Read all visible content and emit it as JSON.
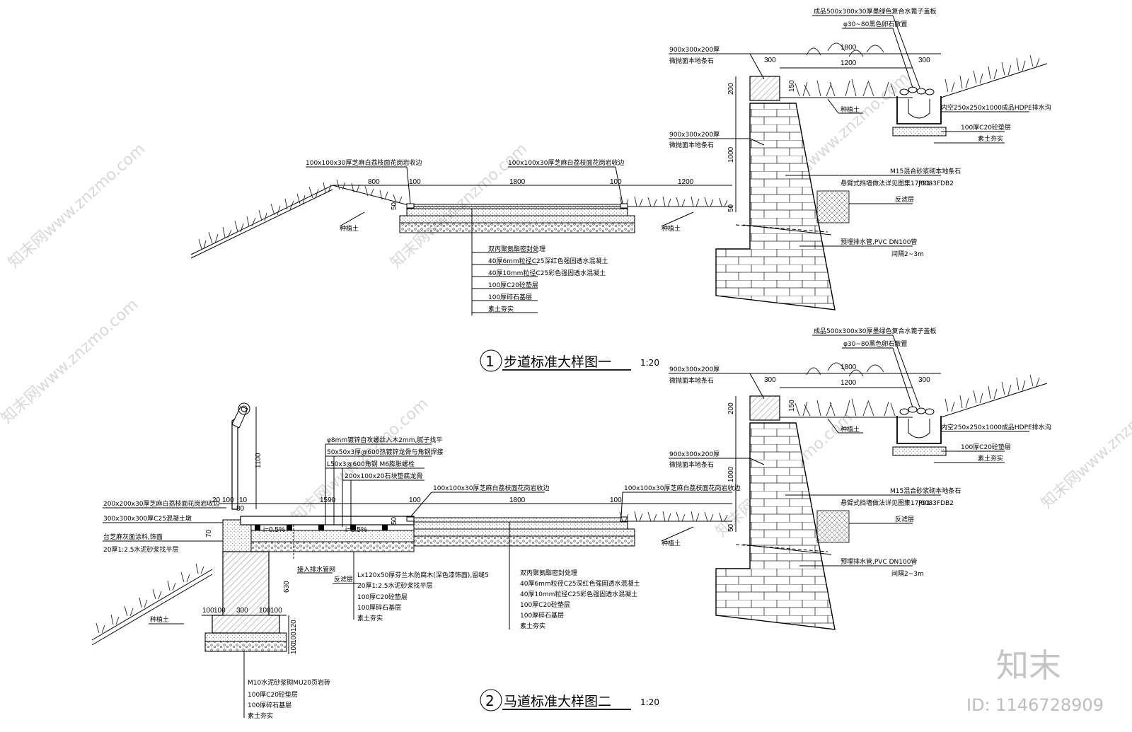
{
  "detail1": {
    "number": "1",
    "title": "步道标准大样图一",
    "scale": "1:20",
    "callouts": {
      "edge_left": "100x100x30厚芝麻白荔枝面花岗岩收边",
      "edge_right": "100x100x30厚芝麻白荔枝面花岗岩收边",
      "planting_left": "种植土",
      "planting_right": "种植土"
    },
    "dims": {
      "d800": "800",
      "d100a": "100",
      "d1800": "1800",
      "d100b": "100",
      "d1200": "1200",
      "d50": "50"
    },
    "layers": [
      "双丙聚氨酯密封处理",
      "40厚6mm粒径C25深红色强固透水混凝土",
      "40厚10mm粒径C25彩色强固透水混凝土",
      "100厚C20砼垫层",
      "100厚碎石基层",
      "素土夯实"
    ]
  },
  "detail2": {
    "number": "2",
    "title": "马道标准大样图二",
    "scale": "1:20",
    "callouts": {
      "bolt": "φ8mm镀锌自攻螺丝入木2mm,腻子找平",
      "keel": "50x50x3厚@600热镀锌龙骨与角钢焊接",
      "angle": "L50x3@600角钢 M6膨胀螺栓",
      "curb_c20": "200x100x20石块垫底龙骨",
      "edge_mid": "100x100x30厚芝麻白荔枝面花岗岩收边",
      "edge_right": "100x100x30厚芝麻白荔枝面花岗岩收边",
      "cap_left": "200x200x30厚芝麻白荔枝面花岗岩收边",
      "post_base": "300x300x300厚C25混凝土墩",
      "post_finish": "台芝麻灰面涂料,饰面",
      "mortar": "20厚1:2.5水泥砂浆找平层",
      "planting_left": "种植土",
      "planting_right": "种植土",
      "drain": "接入排水管网",
      "filter": "反滤层",
      "deck_wood": "Lx120x50厚芬兰木防腐木(深色漆饰面),留缝5",
      "deck_mortar": "20厚1:2.5水泥砂浆找平层",
      "deck_c20": "100厚C20砼垫层",
      "deck_gravel": "100厚碎石基层",
      "deck_soil": "素土夯实",
      "slope1": "i=0.5%",
      "slope2": "i=0.5%"
    },
    "dims": {
      "d1100": "1100",
      "d20": "20",
      "d100": "100",
      "d10": "10",
      "d80": "80",
      "d1590": "1590",
      "d100b": "100",
      "d1800": "1800",
      "d100c": "100",
      "d630": "630",
      "d70": "70",
      "d50": "50",
      "b100a": "100",
      "b100b": "100",
      "b300": "300",
      "b100c": "100",
      "b100d": "100",
      "v120": "120",
      "v100a": "100",
      "v100b": "100"
    },
    "layers_right": [
      "双丙聚氨酯密封处理",
      "40厚6mm粒径C25深红色强固透水混凝土",
      "40厚10mm粒径C25彩色强固透水混凝土",
      "100厚C20砼垫层",
      "100厚碎石基层",
      "素土夯实"
    ],
    "footing_layers": [
      "M10水泥砂浆砌MU20页岩砖",
      "100厚C20砼垫层",
      "100厚碎石基层",
      "素土夯实"
    ]
  },
  "wall": {
    "top_note": "成品500x300x30厚墨绿色复合水篦子盖板",
    "pebble": "φ30~80黑色卵石散置",
    "cap": "900x300x200厚",
    "cap2": "微抛面本地条石",
    "body": "900x300x200厚",
    "body2": "微抛面本地条石",
    "dims": {
      "d300a": "300",
      "d1800": "1800",
      "d1200": "1200",
      "d300b": "300",
      "d200": "200",
      "d1000": "1000",
      "d150": "150",
      "d50": "50"
    },
    "planting": "种植土",
    "channel": "内空250x250x1000成品HDPE排水沟",
    "channel_base": "100厚C20砼垫层",
    "channel_soil": "素土夯实",
    "mortar": "M15混合砂浆砌本地条石",
    "drain_ref": "悬臂式挡墙做法详见图集17J008",
    "drain_ref2": "P91-3FDB2",
    "filter": "反滤层",
    "pipe": "预埋排水管,PVC DN100管",
    "pipe_spacing": "间隔2~3m"
  },
  "watermark": {
    "text": "知末网www.znzmo.com",
    "logo": "知末",
    "id": "ID: 1146728909"
  }
}
